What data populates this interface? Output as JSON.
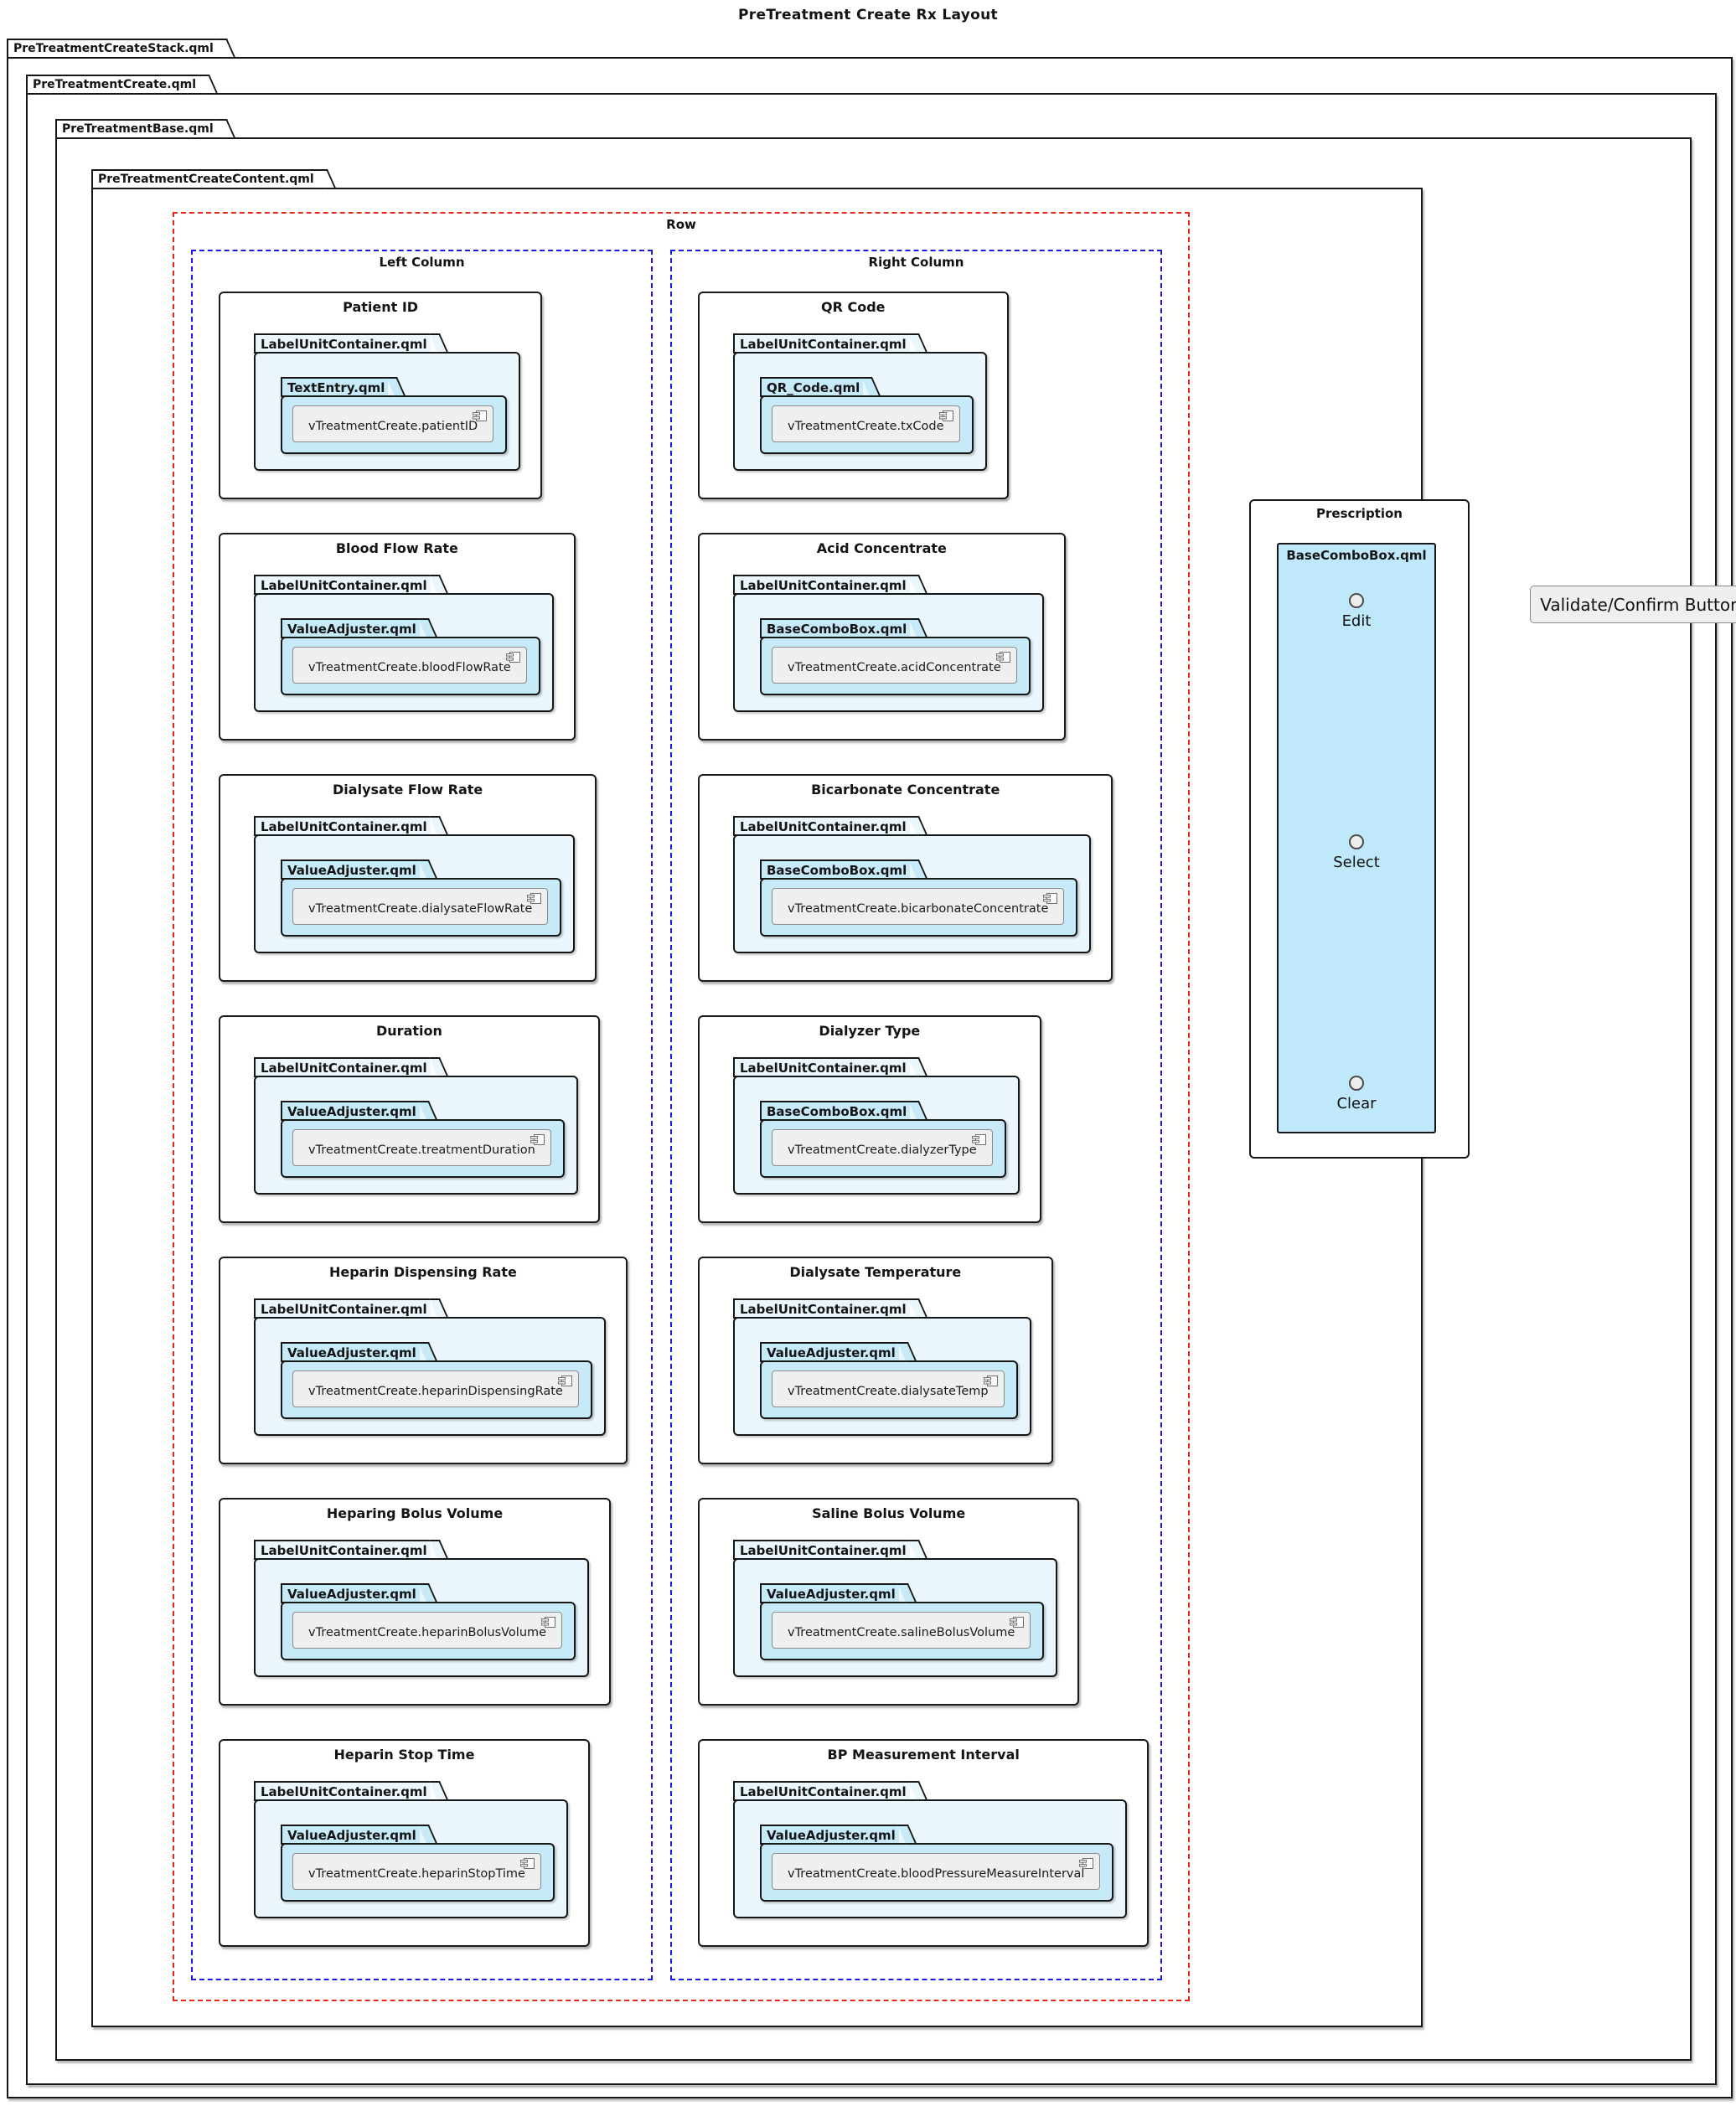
{
  "title": "PreTreatment Create Rx Layout",
  "frames": {
    "stack": "PreTreatmentCreateStack.qml",
    "create": "PreTreatmentCreate.qml",
    "base": "PreTreatmentBase.qml",
    "content": "PreTreatmentCreateContent.qml"
  },
  "row_label": "Row",
  "columns": [
    {
      "label": "Left Column",
      "fields": [
        {
          "title": "Patient ID",
          "container": "LabelUnitContainer.qml",
          "component": "TextEntry.qml",
          "binding": "vTreatmentCreate.patientID"
        },
        {
          "title": "Blood Flow Rate",
          "container": "LabelUnitContainer.qml",
          "component": "ValueAdjuster.qml",
          "binding": "vTreatmentCreate.bloodFlowRate"
        },
        {
          "title": "Dialysate Flow Rate",
          "container": "LabelUnitContainer.qml",
          "component": "ValueAdjuster.qml",
          "binding": "vTreatmentCreate.dialysateFlowRate"
        },
        {
          "title": "Duration",
          "container": "LabelUnitContainer.qml",
          "component": "ValueAdjuster.qml",
          "binding": "vTreatmentCreate.treatmentDuration"
        },
        {
          "title": "Heparin Dispensing Rate",
          "container": "LabelUnitContainer.qml",
          "component": "ValueAdjuster.qml",
          "binding": "vTreatmentCreate.heparinDispensingRate"
        },
        {
          "title": "Heparing Bolus Volume",
          "container": "LabelUnitContainer.qml",
          "component": "ValueAdjuster.qml",
          "binding": "vTreatmentCreate.heparinBolusVolume"
        },
        {
          "title": "Heparin Stop Time",
          "container": "LabelUnitContainer.qml",
          "component": "ValueAdjuster.qml",
          "binding": "vTreatmentCreate.heparinStopTime"
        }
      ]
    },
    {
      "label": "Right Column",
      "fields": [
        {
          "title": "QR Code",
          "container": "LabelUnitContainer.qml",
          "component": "QR_Code.qml",
          "binding": "vTreatmentCreate.txCode"
        },
        {
          "title": "Acid Concentrate",
          "container": "LabelUnitContainer.qml",
          "component": "BaseComboBox.qml",
          "binding": "vTreatmentCreate.acidConcentrate"
        },
        {
          "title": "Bicarbonate Concentrate",
          "container": "LabelUnitContainer.qml",
          "component": "BaseComboBox.qml",
          "binding": "vTreatmentCreate.bicarbonateConcentrate"
        },
        {
          "title": "Dialyzer Type",
          "container": "LabelUnitContainer.qml",
          "component": "BaseComboBox.qml",
          "binding": "vTreatmentCreate.dialyzerType"
        },
        {
          "title": "Dialysate Temperature",
          "container": "LabelUnitContainer.qml",
          "component": "ValueAdjuster.qml",
          "binding": "vTreatmentCreate.dialysateTemp"
        },
        {
          "title": "Saline Bolus Volume",
          "container": "LabelUnitContainer.qml",
          "component": "ValueAdjuster.qml",
          "binding": "vTreatmentCreate.salineBolusVolume"
        },
        {
          "title": "BP Measurement Interval",
          "container": "LabelUnitContainer.qml",
          "component": "ValueAdjuster.qml",
          "binding": "vTreatmentCreate.bloodPressureMeasureInterval"
        }
      ]
    }
  ],
  "prescription": {
    "title": "Prescription",
    "component": "BaseComboBox.qml",
    "options": [
      "Edit",
      "Select",
      "Clear"
    ]
  },
  "validate_button": {
    "label": "Validate/Confirm Button"
  },
  "colors": {
    "row_border": "#e8261a",
    "column_border": "#1818e0",
    "folder_outer_fill": "#eaf5fc",
    "folder_inner_fill": "#c6eaf8",
    "combo_fill": "#bfe9fa",
    "component_box_fill": "#efefef",
    "frame_border": "#161616"
  }
}
